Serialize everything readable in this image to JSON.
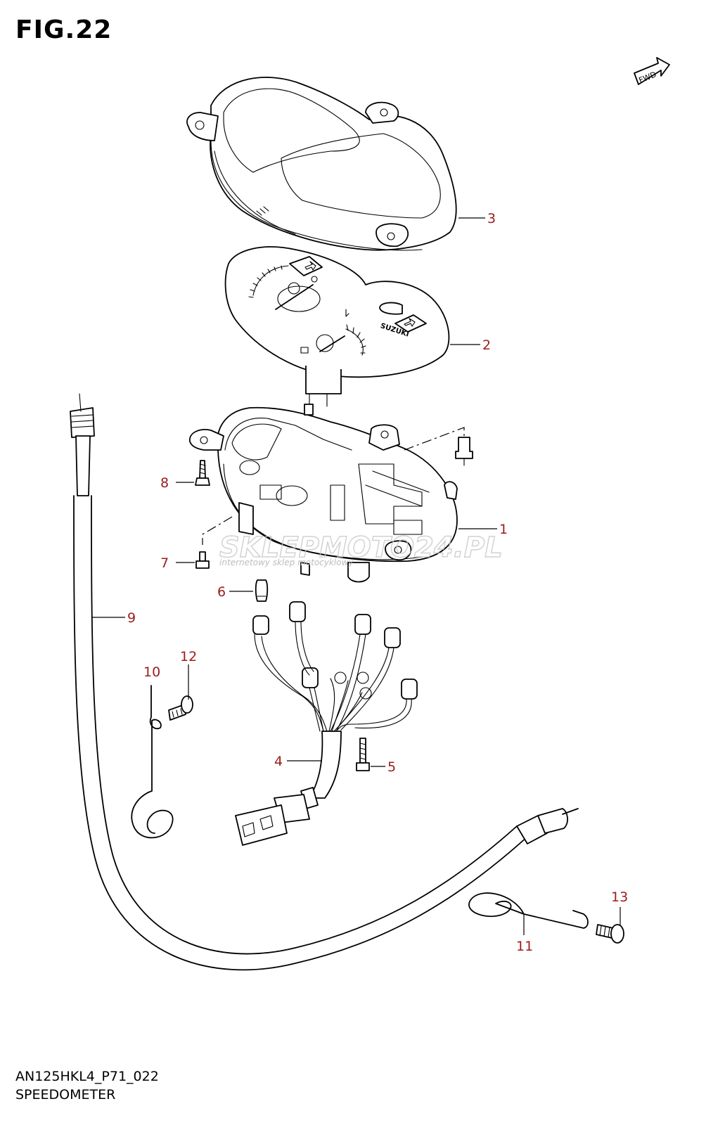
{
  "figure": {
    "title": "FIG.22",
    "model_code": "AN125HKL4_P71_022",
    "name": "SPEEDOMETER"
  },
  "direction_marker": {
    "label": "FWD",
    "icon": "forward-arrow-icon"
  },
  "callouts": [
    "1",
    "2",
    "3",
    "4",
    "5",
    "6",
    "7",
    "8",
    "9",
    "10",
    "11",
    "12",
    "13"
  ],
  "dial_brand": "SUZUKI",
  "watermark": {
    "brand": "SKLEPMOTO24.PL",
    "tagline": "internetowy sklep motocyklowy"
  },
  "colors": {
    "callout": "#9b1c1c",
    "line": "#000000",
    "watermark": "#c8c8c8"
  }
}
